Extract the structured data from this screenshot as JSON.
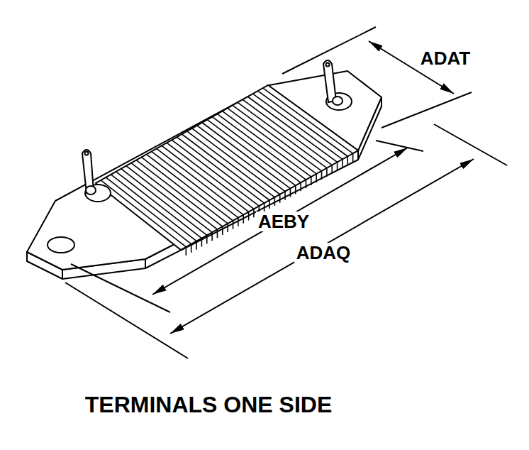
{
  "diagram": {
    "caption": "TERMINALS ONE SIDE",
    "labels": [
      "ADAT",
      "AEBY",
      "ADAQ"
    ]
  }
}
